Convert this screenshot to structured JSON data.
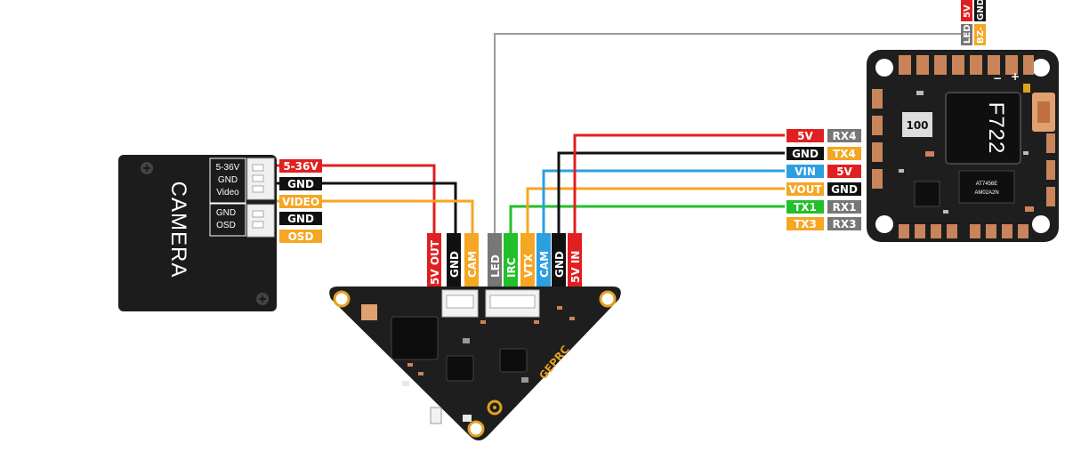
{
  "colors": {
    "red": "#e02020",
    "black": "#111111",
    "orange": "#f5a623",
    "grey": "#777777",
    "green": "#22c02a",
    "blue": "#2b9fe0",
    "pcb": "#1e1e1e",
    "pad": "#c9845a",
    "gold": "#e0a020"
  },
  "camera": {
    "title": "CAMERA",
    "pins_top": [
      "5-36V",
      "GND",
      "Video"
    ],
    "pins_bottom": [
      "GND",
      "OSD"
    ],
    "wire_labels": [
      "5-36V",
      "GND",
      "VIDEO",
      "GND",
      "OSD"
    ]
  },
  "vtx": {
    "pins_left": [
      "5V OUT",
      "GND",
      "CAM"
    ],
    "pins_right": [
      "LED",
      "IRC",
      "VTX",
      "CAM",
      "GND",
      "5V IN"
    ],
    "brand": "GEPRC"
  },
  "fc": {
    "chip": "F722",
    "badge": "100",
    "chip2_line1": "AT7456E",
    "chip2_line2": "AM02A2N",
    "top_pads_row1": [
      "5V",
      "GND"
    ],
    "top_pads_row2": [
      "LED",
      "BZ-"
    ],
    "rows": [
      {
        "left": "5V",
        "right": "RX4"
      },
      {
        "left": "GND",
        "right": "TX4"
      },
      {
        "left": "VIN",
        "right": "5V"
      },
      {
        "left": "VOUT",
        "right": "GND"
      },
      {
        "left": "TX1",
        "right": "RX1"
      },
      {
        "left": "TX3",
        "right": "RX3"
      }
    ],
    "plus": "+",
    "minus": "−"
  }
}
